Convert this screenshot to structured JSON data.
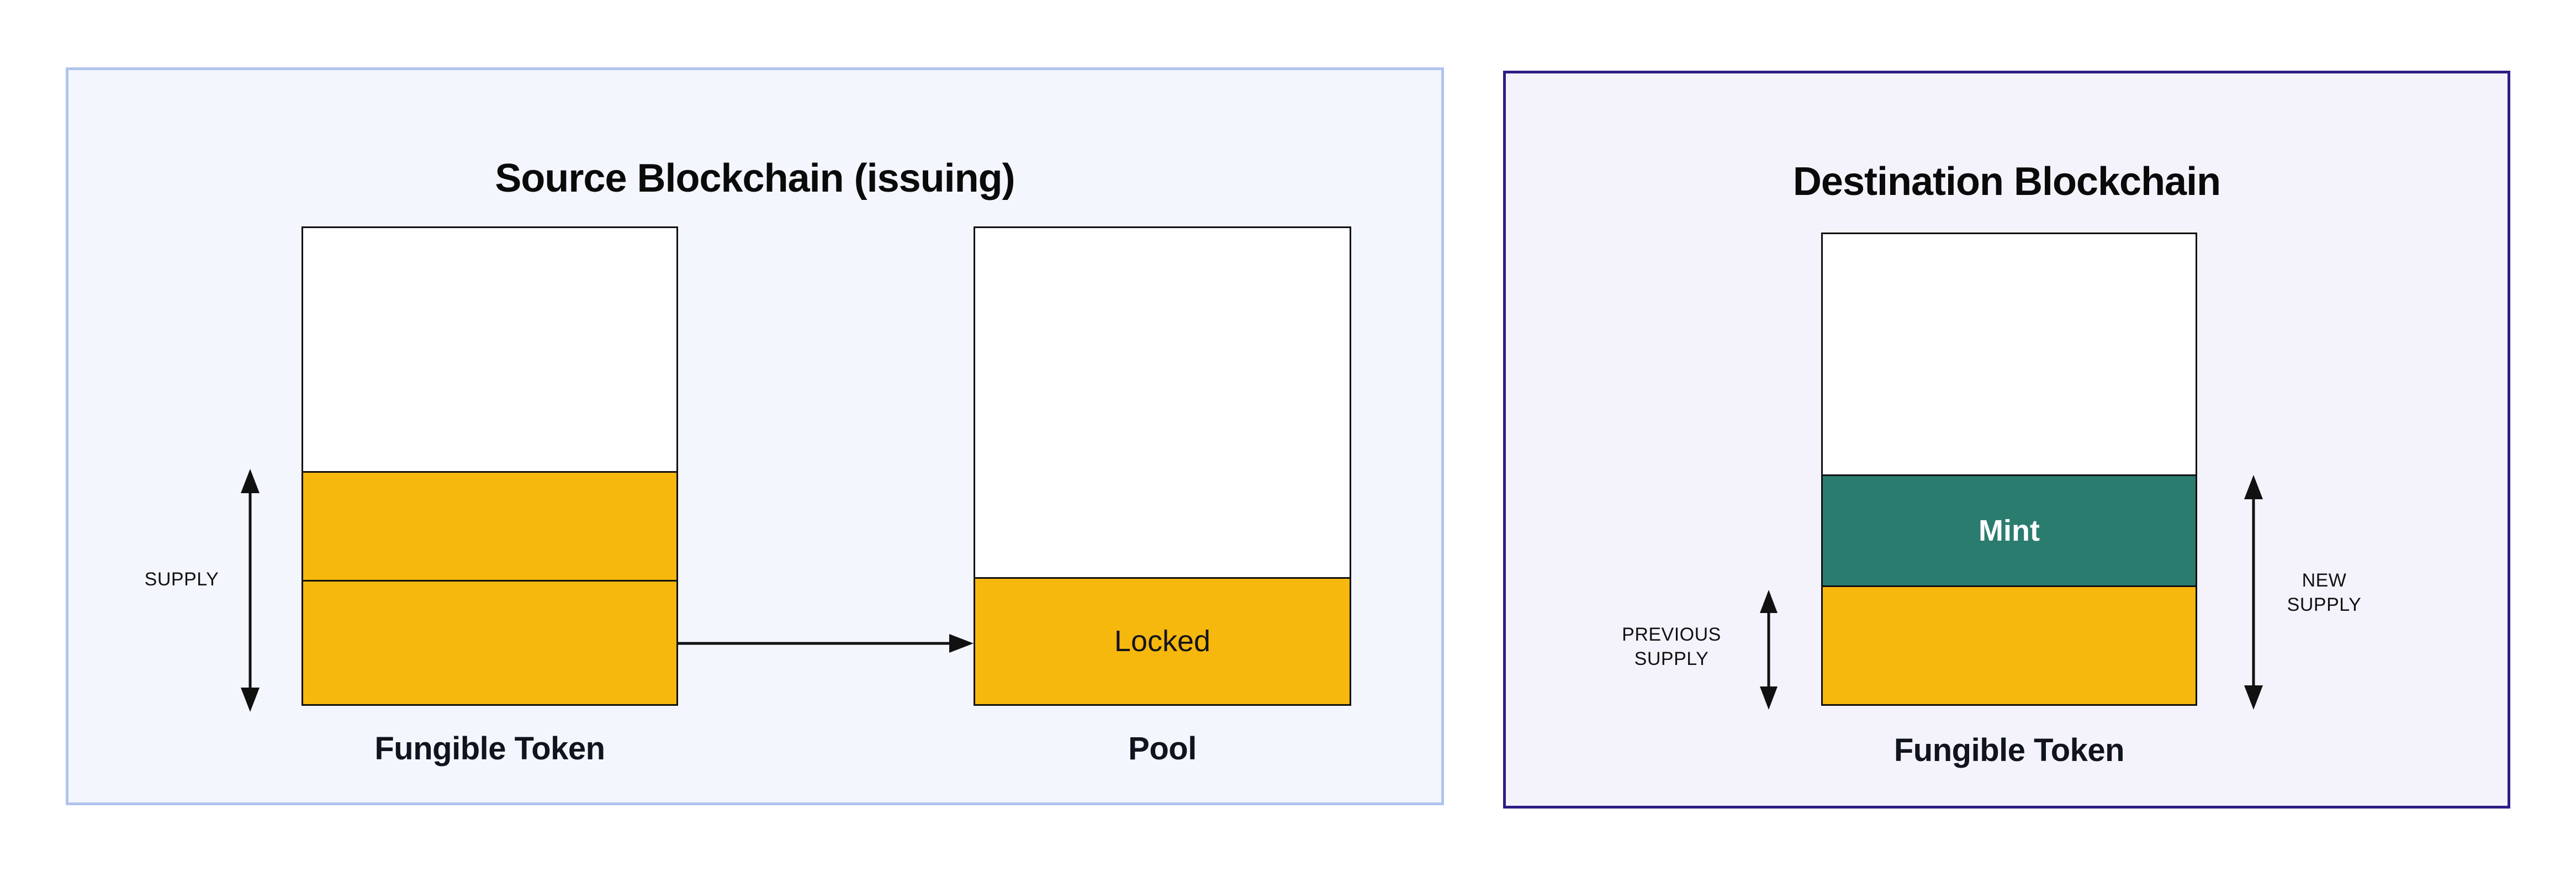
{
  "canvas": {
    "background": "#ffffff"
  },
  "colors": {
    "token_yellow": "#F6B80D",
    "mint_teal": "#2A7C6F",
    "segment_white": "#FFFFFF",
    "bar_outline": "#101010",
    "arrow_black": "#111111",
    "source_panel_bg": "#F3F6FD",
    "source_panel_border": "#AFC4EE",
    "dest_panel_bg": "#F4F3FC",
    "dest_panel_border": "#2D1D86",
    "title_text": "#0A0A0A",
    "mint_label_text": "#FFFFFF"
  },
  "source_panel": {
    "title": "Source Blockchain (issuing)",
    "supply_arrow_label": "SUPPLY",
    "fungible_bar": {
      "caption": "Fungible Token",
      "segments": [
        {
          "name": "unissued",
          "height": "51%",
          "color": "#FFFFFF",
          "label": ""
        },
        {
          "name": "supply-upper",
          "height": "22.9%",
          "color": "#F6B80D",
          "label": ""
        },
        {
          "name": "supply-lower-transferred",
          "height": "26.1%",
          "color": "#F6B80D",
          "label": ""
        }
      ]
    },
    "pool_bar": {
      "caption": "Pool",
      "segments": [
        {
          "name": "empty",
          "height": "73.3%",
          "color": "#FFFFFF",
          "label": ""
        },
        {
          "name": "locked",
          "height": "26.7%",
          "color": "#F6B80D",
          "label": "Locked"
        }
      ]
    }
  },
  "destination_panel": {
    "title": "Destination Blockchain",
    "previous_supply_arrow_label": "PREVIOUS\nSUPPLY",
    "new_supply_arrow_label": "NEW\nSUPPLY",
    "fungible_bar": {
      "caption": "Fungible Token",
      "segments": [
        {
          "name": "unissued",
          "height": "51.1%",
          "color": "#FFFFFF",
          "label": "",
          "label_color": "#15151B"
        },
        {
          "name": "mint",
          "height": "23.6%",
          "color": "#2A7C6F",
          "label": "Mint",
          "label_color": "#FFFFFF"
        },
        {
          "name": "previous-supply",
          "height": "25.3%",
          "color": "#F6B80D",
          "label": "",
          "label_color": "#15151B"
        }
      ]
    }
  }
}
